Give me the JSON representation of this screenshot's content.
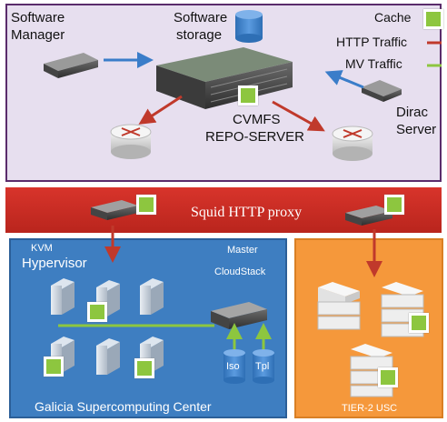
{
  "labels": {
    "software_manager": [
      "Software",
      "Manager"
    ],
    "software_storage": [
      "Software",
      "storage"
    ],
    "cvmfs_server": [
      "CVMFS",
      "REPO-SERVER"
    ],
    "dirac_server": [
      "Dirac",
      "Server"
    ],
    "squid_proxy": "Squid HTTP proxy",
    "kvm": "KVM",
    "hypervisor": "Hypervisor",
    "master": "Master",
    "cloudstack": "CloudStack",
    "iso": "Iso",
    "tpl": "Tpl",
    "galicia": "Galicia Supercomputing Center",
    "tier2": "TIER-2 USC"
  },
  "legend": {
    "cache": "Cache",
    "http": "HTTP Traffic",
    "mv": "MV Traffic"
  },
  "colors": {
    "cache": "#8dc63f",
    "http_arrow": "#c0392b",
    "mv_arrow": "#8dc63f",
    "blue_arrow": "#3a7dc9",
    "top_panel": "#e7dfef",
    "proxy_bar": "#c62b22",
    "blue_panel": "#3e7ec1",
    "orange_panel": "#f5983b"
  }
}
